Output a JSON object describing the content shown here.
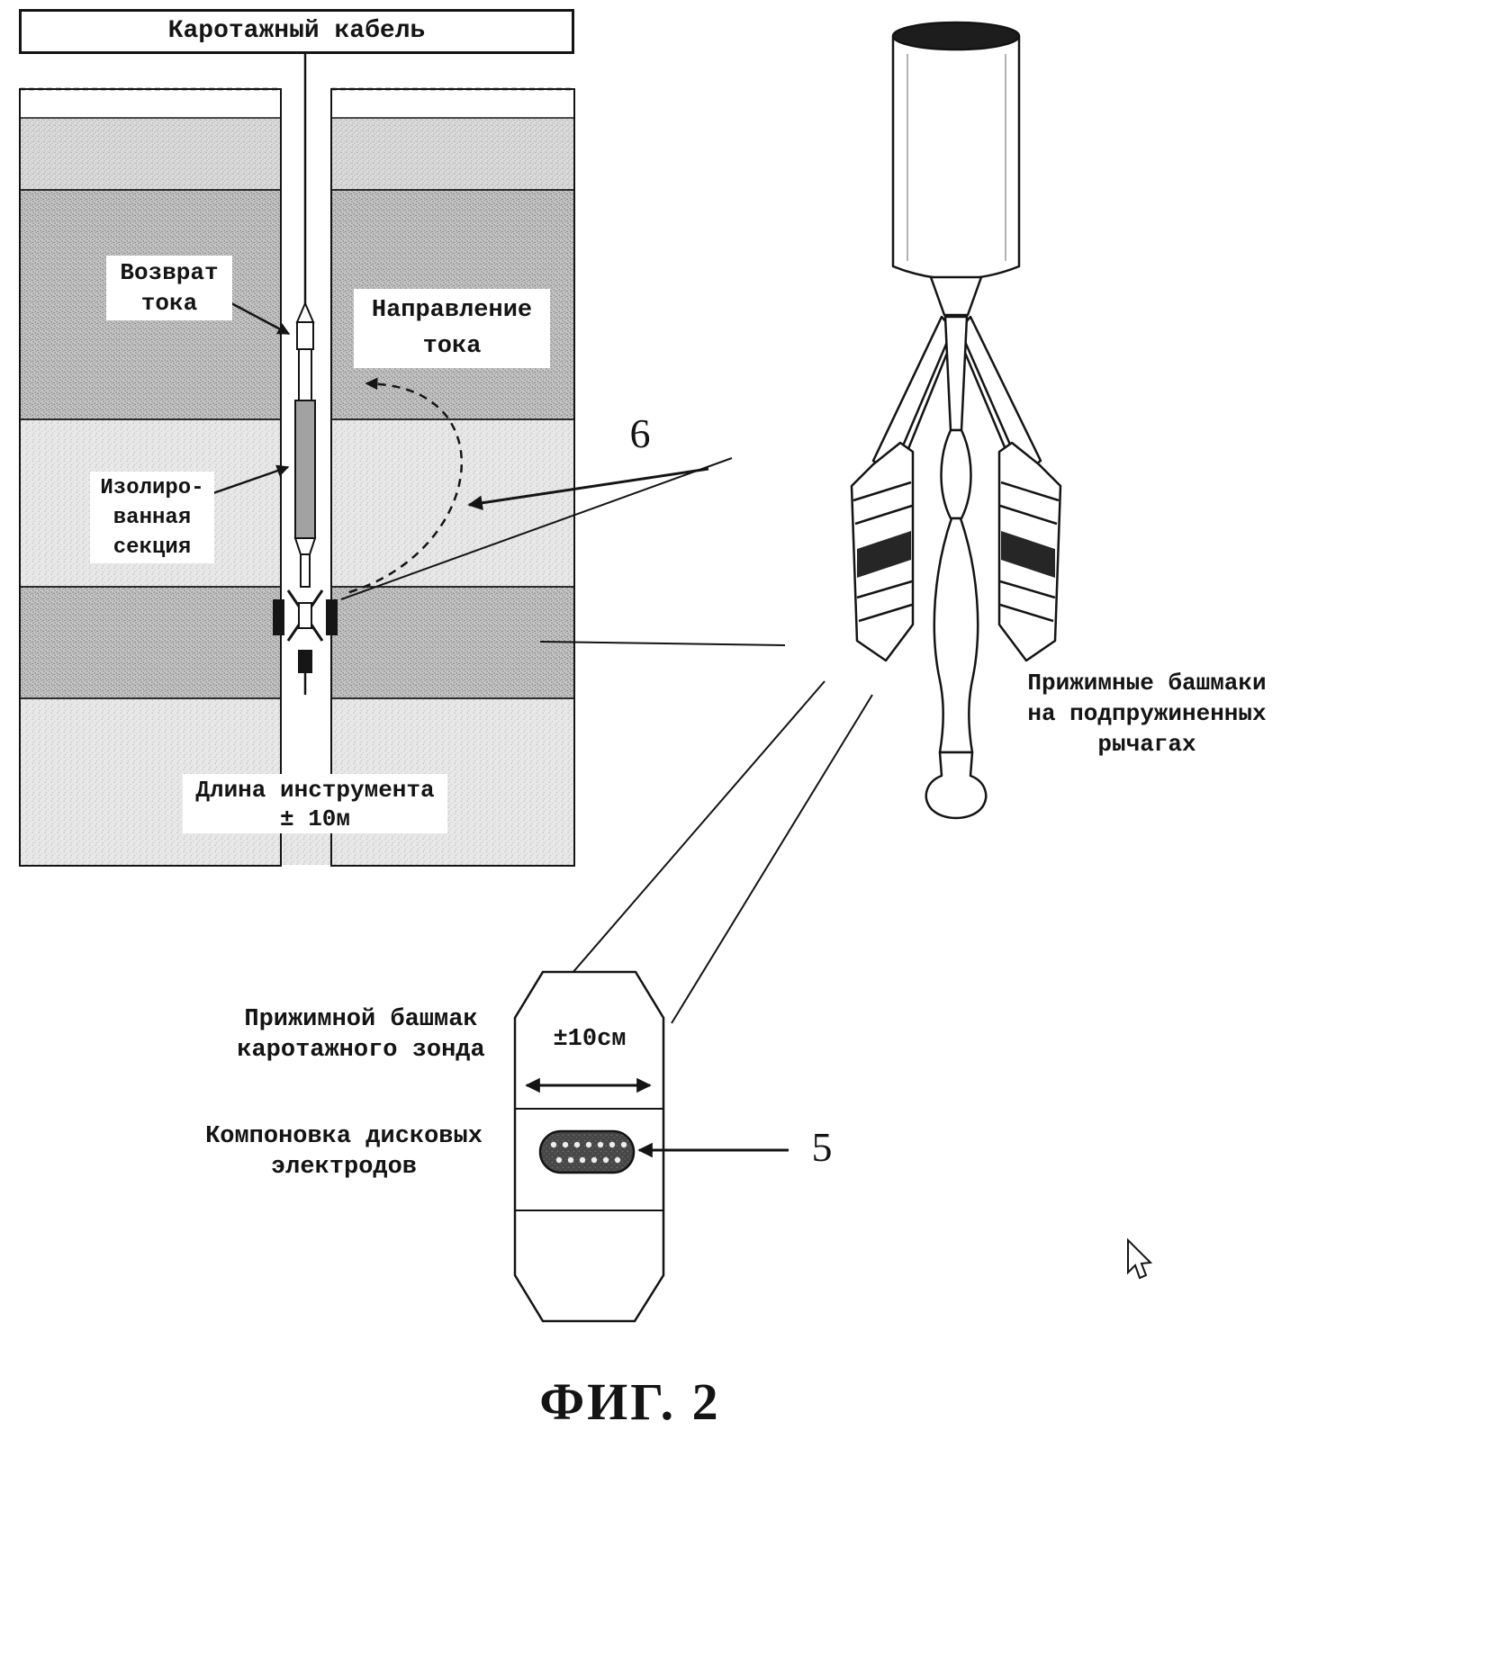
{
  "figure": {
    "caption": "ФИГ. 2"
  },
  "borehole": {
    "cable_label": "Каротажный кабель",
    "current_return": {
      "line1": "Возврат",
      "line2": "тока"
    },
    "current_direction": {
      "line1": "Направление",
      "line2": "тока"
    },
    "insulated_section": {
      "line1": "Изолиро-",
      "line2": "ванная",
      "line3": "секция"
    },
    "tool_length": {
      "line1": "Длина инструмента",
      "line2": "± 10м"
    },
    "callout_6": "6"
  },
  "tool3d": {
    "pads_label": {
      "line1": "Прижимные башмаки",
      "line2": "на подпружиненных",
      "line3": "рычагах"
    }
  },
  "pad_detail": {
    "name_label": {
      "line1": "Прижимной башмак",
      "line2": "каротажного зонда"
    },
    "width_label": "±10см",
    "electrodes_label": {
      "line1": "Компоновка дисковых",
      "line2": "электродов"
    },
    "callout_5": "5"
  },
  "cursor": {
    "icon": "mouse-pointer-icon"
  },
  "colors": {
    "ink": "#141414",
    "layer_light": "#e8e8e8",
    "layer_medium": "#dcdcdc",
    "layer_dark": "#c6c6c6",
    "tool_section_gray": "#a2a2a2",
    "electrode_dark": "#474747"
  }
}
